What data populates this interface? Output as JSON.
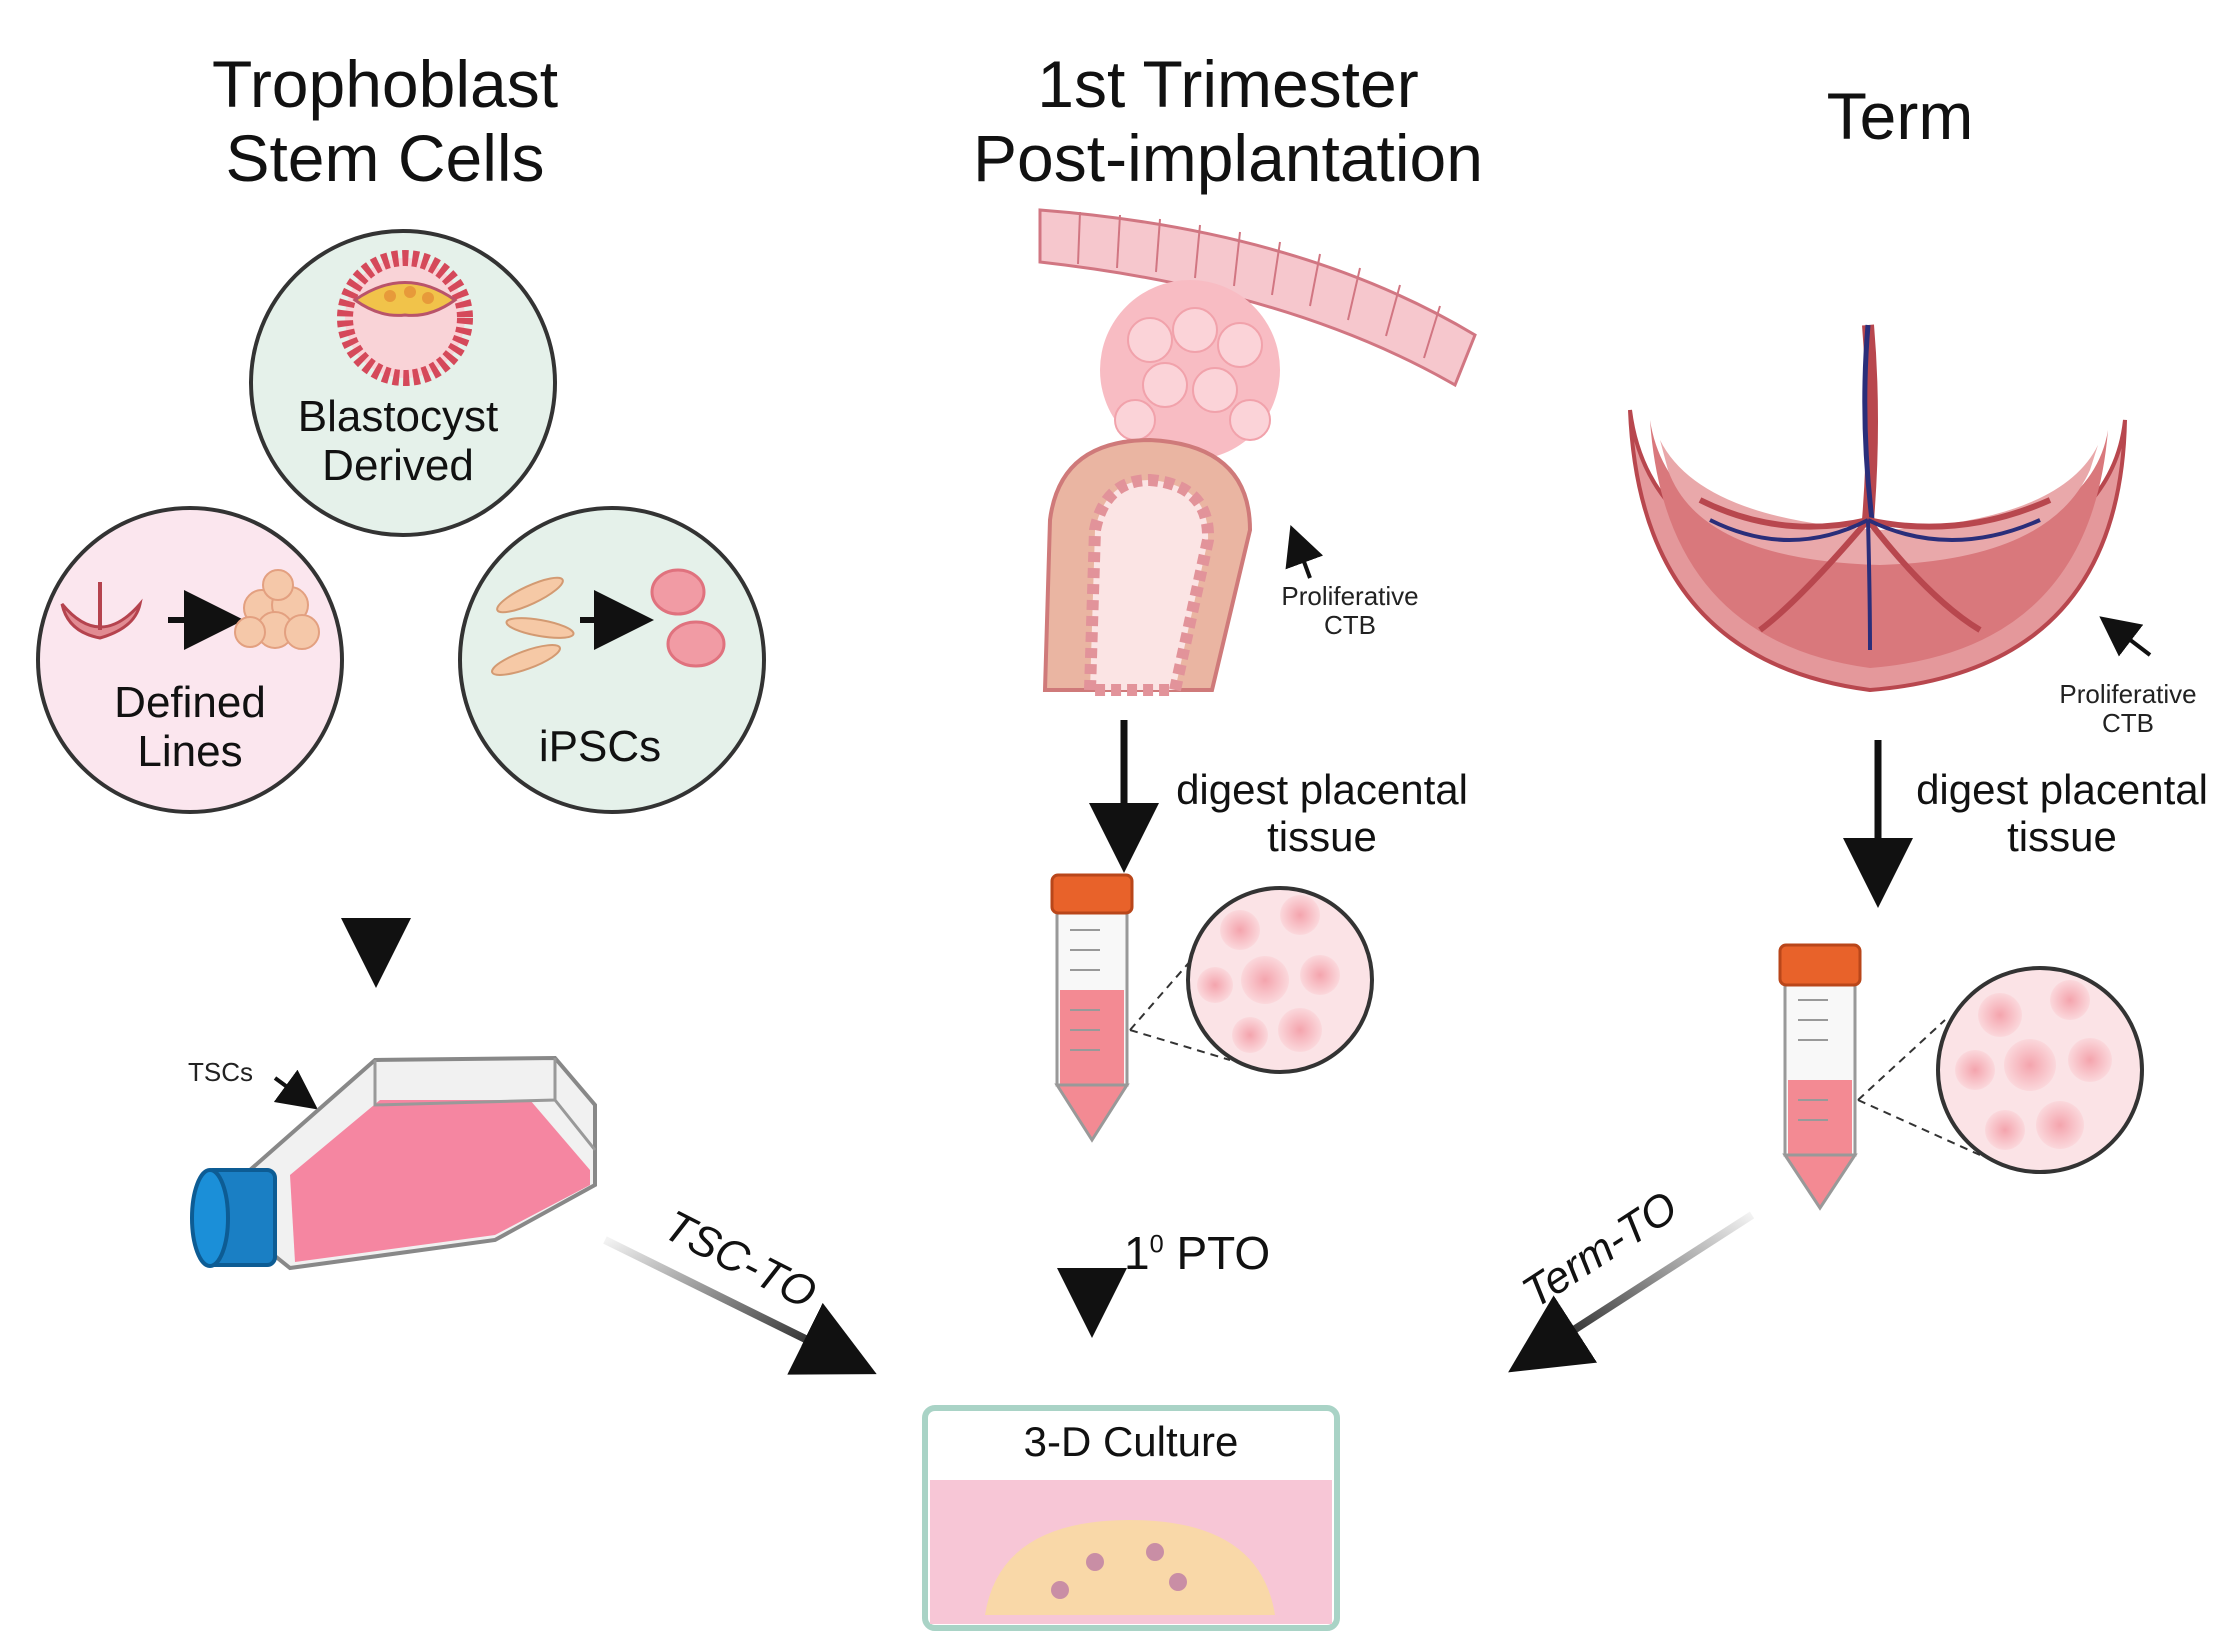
{
  "columns": {
    "tsc": {
      "title_line1": "Trophoblast",
      "title_line2": "Stem Cells"
    },
    "first": {
      "title_line1": "1st Trimester",
      "title_line2": "Post-implantation"
    },
    "term": {
      "title": "Term"
    }
  },
  "circles": {
    "blastocyst": {
      "line1": "Blastocyst",
      "line2": "Derived"
    },
    "defined": {
      "line1": "Defined",
      "line2": "Lines"
    },
    "ipsc": {
      "label": "iPSCs"
    }
  },
  "labels": {
    "tscs": "TSCs",
    "prolif_first_line1": "Proliferative",
    "prolif_first_line2": "CTB",
    "prolif_term_line1": "Proliferative",
    "prolif_term_line2": "CTB",
    "digest_first_line1": "digest placental",
    "digest_first_line2": "tissue",
    "digest_term_line1": "digest placental",
    "digest_term_line2": "tissue",
    "pto_base": "1",
    "pto_sup": "0",
    "pto_text": " PTO",
    "tsc_to": "TSC-TO",
    "term_to": "Term-TO",
    "culture": "3-D Culture"
  },
  "colors": {
    "pink_light": "#f6c7cd",
    "pink_med": "#e98c97",
    "red_dark": "#c23a44",
    "navy": "#2a2e7a",
    "orange_cap": "#e8622a",
    "flask_blue": "#1a7fc4",
    "flask_pink": "#f57a98",
    "arrow": "#111111"
  }
}
